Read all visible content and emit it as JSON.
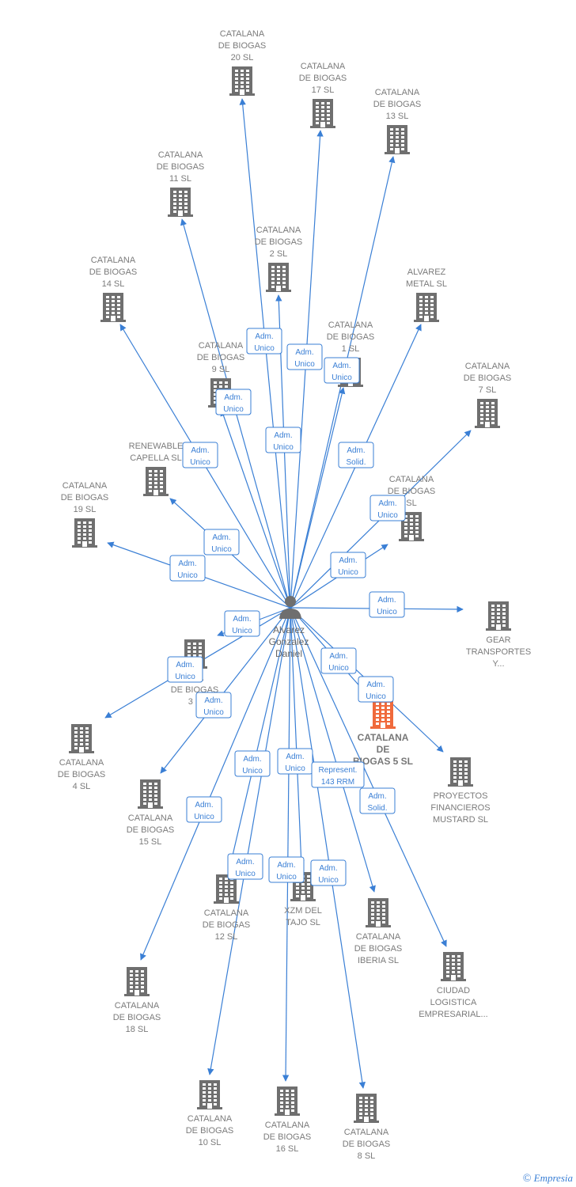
{
  "colors": {
    "edge": "#3a7fd5",
    "building": "#6f6f6f",
    "highlight": "#f06a3c",
    "person": "#6f6f6f"
  },
  "person": {
    "lines": [
      "Alvarez",
      "Gonzalez",
      "Daniel"
    ],
    "icon": "person-icon"
  },
  "nodes": [
    {
      "id": "cb20",
      "lines": [
        "CATALANA",
        "DE BIOGAS",
        "20  SL"
      ]
    },
    {
      "id": "cb17",
      "lines": [
        "CATALANA",
        "DE BIOGAS",
        "17  SL"
      ]
    },
    {
      "id": "cb13",
      "lines": [
        "CATALANA",
        "DE BIOGAS",
        "13  SL"
      ]
    },
    {
      "id": "cb11",
      "lines": [
        "CATALANA",
        "DE BIOGAS",
        "11  SL"
      ]
    },
    {
      "id": "cb2",
      "lines": [
        "CATALANA",
        "DE BIOGAS",
        "2  SL"
      ]
    },
    {
      "id": "cb14",
      "lines": [
        "CATALANA",
        "DE BIOGAS",
        "14  SL"
      ]
    },
    {
      "id": "alvarez",
      "lines": [
        "ALVAREZ",
        "METAL  SL"
      ]
    },
    {
      "id": "cb1",
      "lines": [
        "CATALANA",
        "DE BIOGAS",
        "1  SL"
      ]
    },
    {
      "id": "cb9",
      "lines": [
        "CATALANA",
        "DE BIOGAS",
        "9  SL"
      ]
    },
    {
      "id": "cb7",
      "lines": [
        "CATALANA",
        "DE BIOGAS",
        "7  SL"
      ]
    },
    {
      "id": "renewable",
      "lines": [
        "RENEWABLE",
        "CAPELLA  SL"
      ]
    },
    {
      "id": "cb6",
      "lines": [
        "CATALANA",
        "DE BIOGAS",
        "SL"
      ]
    },
    {
      "id": "cb19",
      "lines": [
        "CATALANA",
        "DE BIOGAS",
        "19  SL"
      ]
    },
    {
      "id": "gear",
      "lines": [
        "GEAR",
        "TRANSPORTES",
        "Y..."
      ]
    },
    {
      "id": "cb3",
      "lines": [
        "ANA",
        "DE BIOGAS",
        "3  S"
      ]
    },
    {
      "id": "cb5",
      "lines": [
        "CATALANA",
        "DE",
        "BIOGAS 5  SL"
      ],
      "highlight": true
    },
    {
      "id": "cb4",
      "lines": [
        "CATALANA",
        "DE BIOGAS",
        "4  SL"
      ]
    },
    {
      "id": "proyectos",
      "lines": [
        "PROYECTOS",
        "FINANCIEROS",
        "MUSTARD  SL"
      ]
    },
    {
      "id": "cb15",
      "lines": [
        "CATALANA",
        "DE BIOGAS",
        "15  SL"
      ]
    },
    {
      "id": "cb12",
      "lines": [
        "CATALANA",
        "DE BIOGAS",
        "12  SL"
      ]
    },
    {
      "id": "xzm",
      "lines": [
        "XZM DEL",
        "TAJO SL"
      ]
    },
    {
      "id": "iberia",
      "lines": [
        "CATALANA",
        "DE BIOGAS",
        "IBERIA  SL"
      ]
    },
    {
      "id": "ciudad",
      "lines": [
        "CIUDAD",
        "LOGISTICA",
        "EMPRESARIAL..."
      ]
    },
    {
      "id": "cb18",
      "lines": [
        "CATALANA",
        "DE BIOGAS",
        "18  SL"
      ]
    },
    {
      "id": "cb10",
      "lines": [
        "CATALANA",
        "DE BIOGAS",
        "10  SL"
      ]
    },
    {
      "id": "cb16",
      "lines": [
        "CATALANA",
        "DE BIOGAS",
        "16  SL"
      ]
    },
    {
      "id": "cb8",
      "lines": [
        "CATALANA",
        "DE BIOGAS",
        "8  SL"
      ]
    }
  ],
  "edges": [
    {
      "to": "cb20",
      "label": [
        "Adm.",
        "Unico"
      ]
    },
    {
      "to": "cb17",
      "label": [
        "Adm.",
        "Unico"
      ]
    },
    {
      "to": "cb13",
      "label": [
        "Adm.",
        "Unico"
      ]
    },
    {
      "to": "cb11",
      "label": [
        "Adm.",
        "Unico"
      ]
    },
    {
      "to": "cb2",
      "label": [
        "Adm.",
        "Unico"
      ]
    },
    {
      "to": "cb14",
      "label": [
        "Adm.",
        "Unico"
      ]
    },
    {
      "to": "alvarez",
      "label": [
        "Adm.",
        "Solid."
      ]
    },
    {
      "to": "cb1",
      "label": [
        "Adm.",
        "Unico"
      ]
    },
    {
      "to": "cb9",
      "label": [
        "Adm.",
        "Unico"
      ]
    },
    {
      "to": "cb7",
      "label": [
        "Adm.",
        "Unico"
      ]
    },
    {
      "to": "renewable",
      "label": [
        "Adm.",
        "Unico"
      ]
    },
    {
      "to": "cb6",
      "label": [
        "Adm.",
        "Unico"
      ]
    },
    {
      "to": "cb19",
      "label": [
        "Adm.",
        "Unico"
      ]
    },
    {
      "to": "gear",
      "label": [
        "Adm.",
        "Unico"
      ]
    },
    {
      "to": "cb3",
      "label": [
        "Adm.",
        "Unico"
      ]
    },
    {
      "to": "cb5",
      "label": [
        "Adm.",
        "Unico"
      ]
    },
    {
      "to": "cb4",
      "label": [
        "Adm.",
        "Unico"
      ]
    },
    {
      "to": "proyectos",
      "label": [
        "Adm.",
        "Unico"
      ]
    },
    {
      "to": "cb15",
      "label": [
        "Adm.",
        "Unico"
      ]
    },
    {
      "to": "cb12",
      "label": [
        "Adm.",
        "Unico"
      ]
    },
    {
      "to": "xzm",
      "label": [
        "Adm.",
        "Unico"
      ]
    },
    {
      "to": "iberia",
      "label": [
        "Represent.",
        "143 RRM"
      ]
    },
    {
      "to": "ciudad",
      "label": [
        "Adm.",
        "Solid."
      ]
    },
    {
      "to": "cb18",
      "label": [
        "Adm.",
        "Unico"
      ]
    },
    {
      "to": "cb10",
      "label": [
        "Adm.",
        "Unico"
      ]
    },
    {
      "to": "cb16",
      "label": [
        "Adm.",
        "Unico"
      ]
    },
    {
      "to": "cb8",
      "label": [
        "Adm.",
        "Unico"
      ]
    }
  ],
  "footer": {
    "copyright": "©",
    "brand": "Empresia"
  }
}
